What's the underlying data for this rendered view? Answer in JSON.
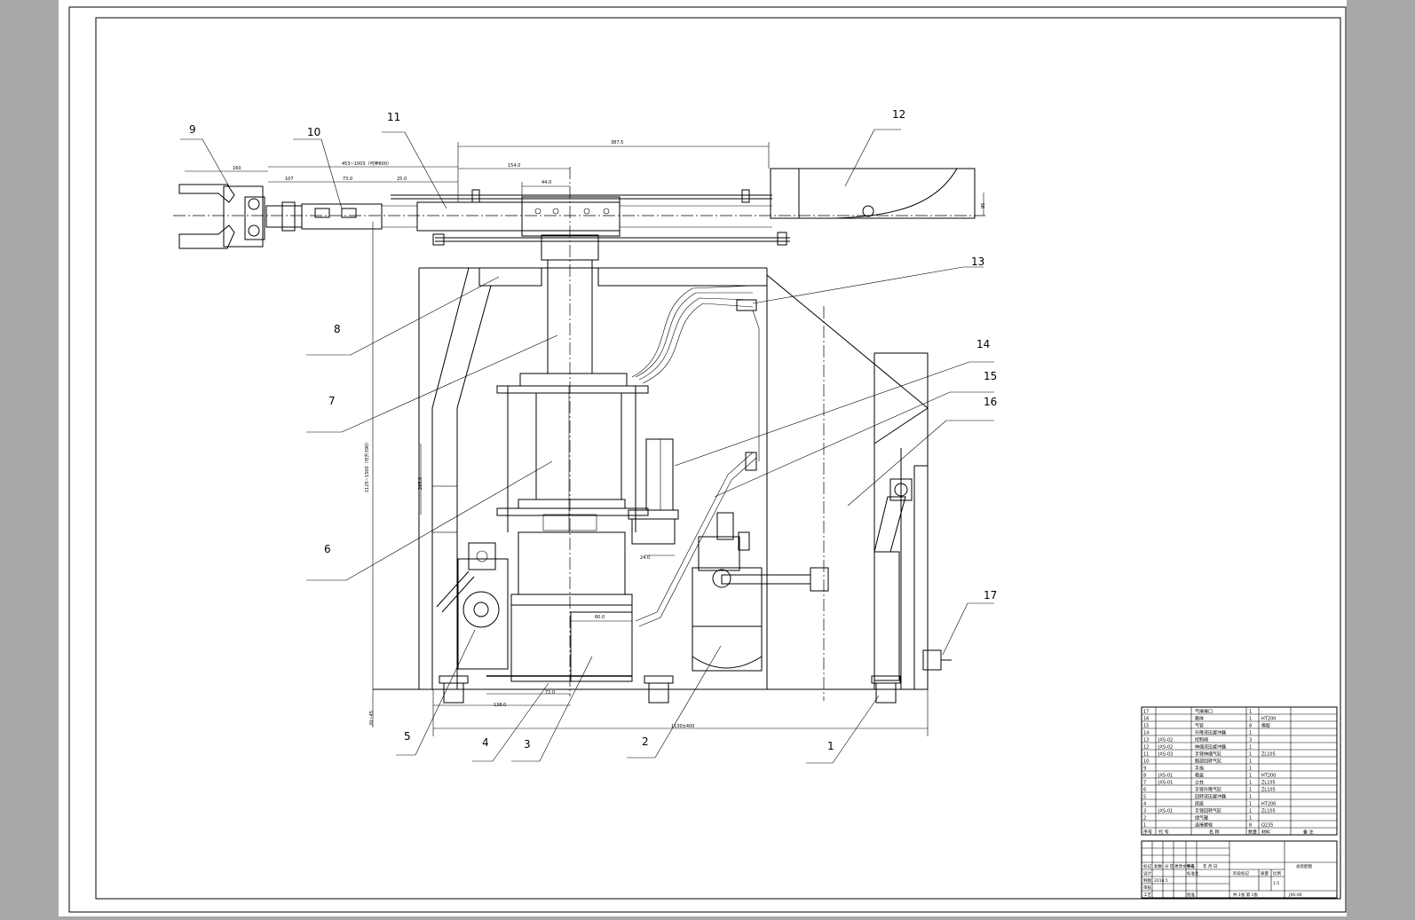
{
  "callouts": [
    "1",
    "2",
    "3",
    "4",
    "5",
    "6",
    "7",
    "8",
    "9",
    "10",
    "11",
    "12",
    "13",
    "14",
    "15",
    "16",
    "17"
  ],
  "dimensions": {
    "d_top_total": "387.5",
    "d_top_mid": "154.0",
    "d_top_small": "44.0",
    "d_arm_range": "453~1003（可伸800）",
    "d_gripper": "160",
    "d_seg1": "107",
    "d_seg2": "73.0",
    "d_seg3": "25.0",
    "d_right_h": "95",
    "d_vert_range": "1125~1500（可升390）",
    "d_vert_col": "265.0",
    "d_mid_small": "24.0",
    "d_mid_w": "60.0",
    "d_base_a": "72.0",
    "d_base_b": "138.0",
    "d_base_total": "1130±400",
    "d_base_h": "20~45"
  },
  "bom": {
    "rows": [
      {
        "no": "17",
        "code": "",
        "name": "气接接口",
        "qty": "1",
        "mat": ""
      },
      {
        "no": "16",
        "code": "",
        "name": "箱体",
        "qty": "1",
        "mat": "HT200"
      },
      {
        "no": "15",
        "code": "",
        "name": "气管",
        "qty": "8",
        "mat": "橡胶"
      },
      {
        "no": "14",
        "code": "",
        "name": "升降液压缓冲器",
        "qty": "1",
        "mat": ""
      },
      {
        "no": "13",
        "code": "JXS-02",
        "name": "控制阀",
        "qty": "3",
        "mat": ""
      },
      {
        "no": "12",
        "code": "JXS-02",
        "name": "伸缩液压缓冲器",
        "qty": "1",
        "mat": ""
      },
      {
        "no": "11",
        "code": "JXS-03",
        "name": "手臂伸缩气缸",
        "qty": "1",
        "mat": "ZL105"
      },
      {
        "no": "10",
        "code": "",
        "name": "腕部回转气缸",
        "qty": "1",
        "mat": ""
      },
      {
        "no": "9",
        "code": "",
        "name": "手指",
        "qty": "1",
        "mat": ""
      },
      {
        "no": "8",
        "code": "JXS-01",
        "name": "箱盖",
        "qty": "1",
        "mat": "HT200"
      },
      {
        "no": "7",
        "code": "JXS-01",
        "name": "立柱",
        "qty": "1",
        "mat": "ZL105"
      },
      {
        "no": "6",
        "code": "",
        "name": "手臂升降气缸",
        "qty": "1",
        "mat": "ZL105"
      },
      {
        "no": "5",
        "code": "",
        "name": "回转液压缓冲器",
        "qty": "1",
        "mat": ""
      },
      {
        "no": "4",
        "code": "",
        "name": "底座",
        "qty": "1",
        "mat": "HT200"
      },
      {
        "no": "3",
        "code": "JXS-01",
        "name": "手臂回转气缸",
        "qty": "1",
        "mat": "ZL105"
      },
      {
        "no": "2",
        "code": "",
        "name": "储气罐",
        "qty": "1",
        "mat": ""
      },
      {
        "no": "1",
        "code": "",
        "name": "连接螺栓",
        "qty": "8",
        "mat": "Q235"
      }
    ],
    "header": {
      "no": "序号",
      "code": "代 号",
      "name": "名 称",
      "qty": "数量",
      "mat": "材料",
      "remark": "备 注"
    }
  },
  "title_block": {
    "drawing_title": "总装配图",
    "drawing_no": "JXS-00",
    "scale": "1:5",
    "company": "共 1张  第 1张",
    "label_mark": "标记",
    "label_count": "处数",
    "label_zone": "分 区",
    "label_change": "更改文件号",
    "label_sign": "签名",
    "label_date": "年 月 日",
    "label_design": "设计",
    "label_std": "标准化",
    "label_stage": "阶段标记",
    "label_weight": "质量",
    "label_ratio": "比例",
    "label_check": "审核",
    "label_process": "工艺",
    "label_approve": "批准",
    "label_draw": "制图",
    "date_val": "2016.5"
  }
}
